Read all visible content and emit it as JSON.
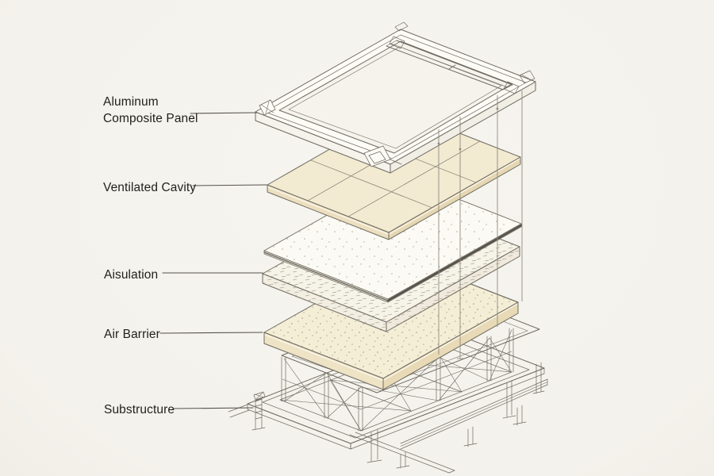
{
  "labels": [
    {
      "id": "aluminum-composite-panel",
      "text": "Aluminum\nComposite Panel"
    },
    {
      "id": "ventilated-cavity",
      "text": "Ventilated Cavity"
    },
    {
      "id": "aisulation",
      "text": "Aisulation"
    },
    {
      "id": "air-barrier",
      "text": "Air Barrier"
    },
    {
      "id": "substructure",
      "text": "Substructure"
    }
  ],
  "palette": {
    "bg": "#f4f2ec",
    "ink": "#6e6a60",
    "ink-dark": "#55514a",
    "label": "#201f1c",
    "leader": "#55524c",
    "guide": "#8f8a7e",
    "panel-white": "#fcfbf6",
    "panel-inner": "#f5f3ec",
    "panel-edge": "#f1eee5",
    "cavity-top": "#f2ead1",
    "cavity-edge-l": "#ecdfc0",
    "cavity-edge-r": "#e5d7b2",
    "insul-sheet": "#fbfaf4",
    "insul-slab": "#f6f3e9",
    "air-top": "#f5eed7",
    "air-edge-l": "#eee3c5",
    "air-edge-r": "#e8dab6",
    "speck": "#b3ab95"
  }
}
